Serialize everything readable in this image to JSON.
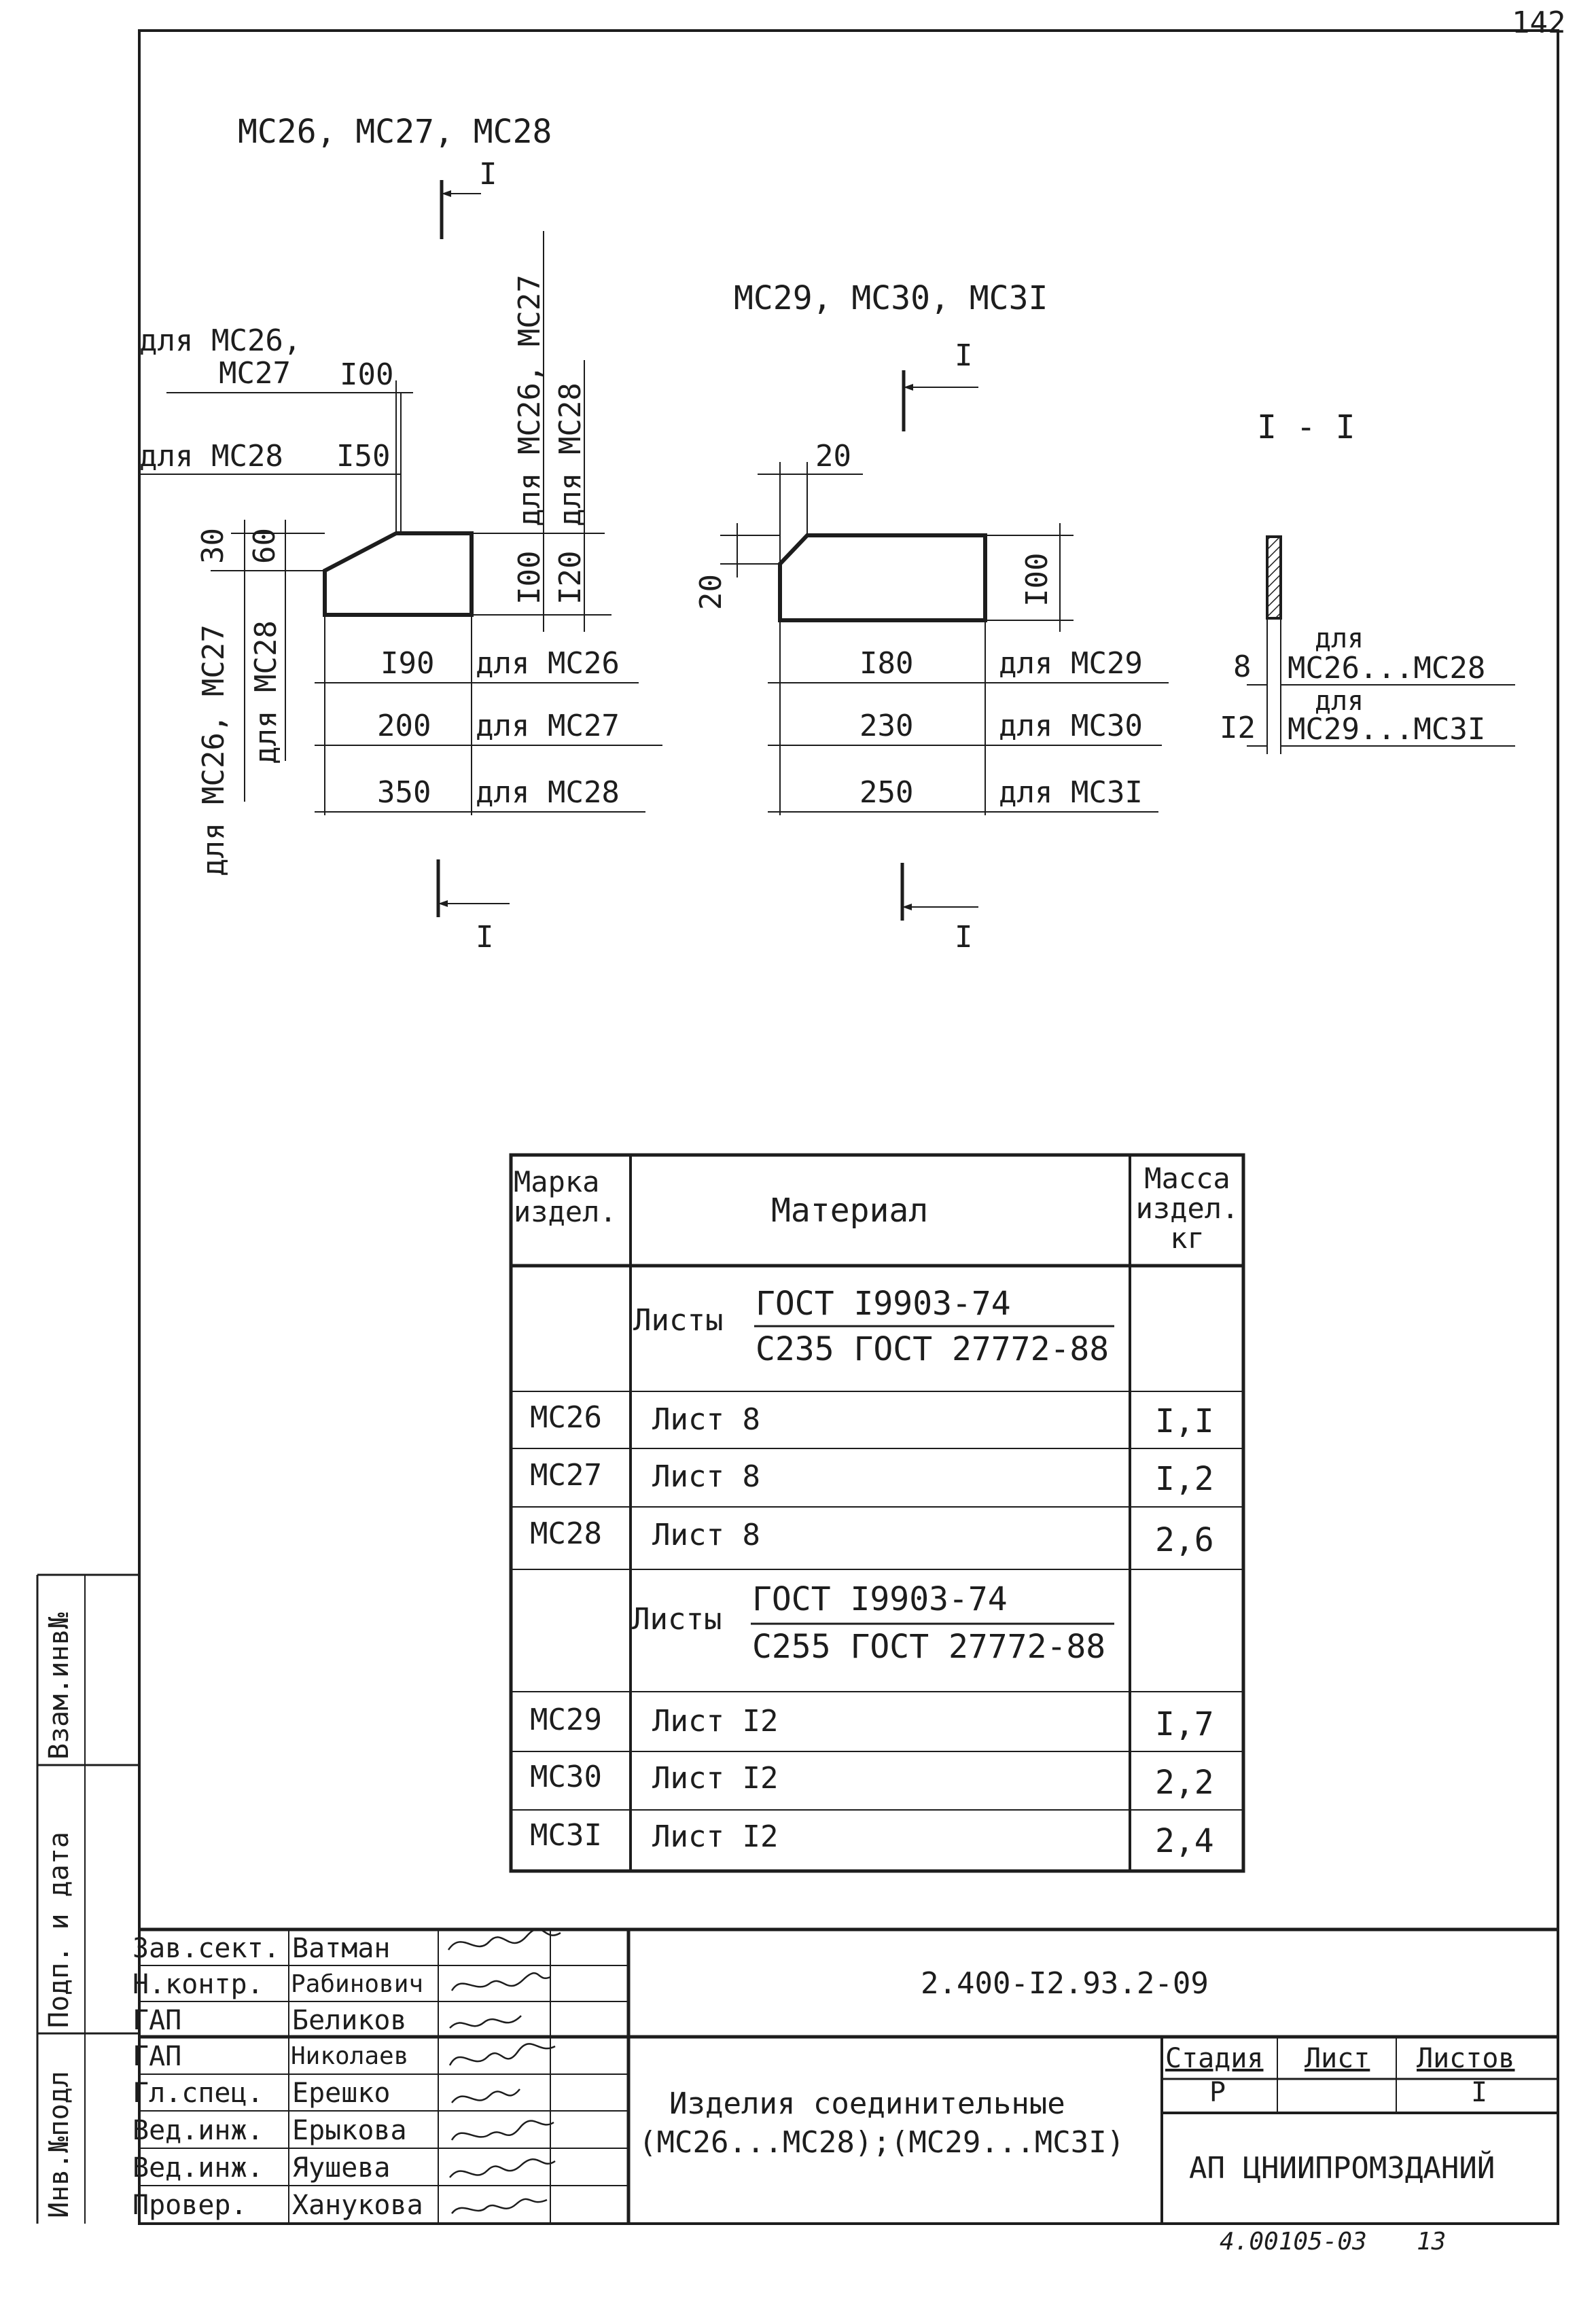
{
  "sheet_number": "142",
  "group1_title": "МС26, МС27, МС28",
  "group2_title": "МС29, МС30, МС3I",
  "section_label": "I - I",
  "section_mark": "I",
  "g1": {
    "for_mc26_mc27_line1": "для МС26,",
    "for_mc26_mc27_line2": "МС27",
    "dim_100": "I00",
    "for_mc28": "для МС28",
    "dim_150": "I50",
    "dim_30": "30",
    "dim_60": "60",
    "vert_left_1": "для МС26, МС27",
    "vert_left_2": "для МС28",
    "vert_top_1": "для МС26, МС27",
    "vert_top_2": "для МС28",
    "vert_h100": "I00",
    "vert_h120": "I20",
    "rows": [
      {
        "len": "I90",
        "label": "для МС26"
      },
      {
        "len": "200",
        "label": "для МС27"
      },
      {
        "len": "350",
        "label": "для МС28"
      }
    ]
  },
  "g2": {
    "dim_20_top": "20",
    "dim_20_left": "20",
    "vert_h100": "I00",
    "rows": [
      {
        "len": "I80",
        "label": "для МС29"
      },
      {
        "len": "230",
        "label": "для МС30"
      },
      {
        "len": "250",
        "label": "для МС3I"
      }
    ]
  },
  "sec": {
    "t8": "8",
    "t12": "I2",
    "for1a": "для",
    "for1b": "МС26...МС28",
    "for2a": "для",
    "for2b": "МС29...МС3I"
  },
  "table": {
    "h_mark": "Марка издел.",
    "h_material": "Материал",
    "h_mass": "Масса издел. кг",
    "group1": {
      "word": "Листы",
      "num": "ГОСТ I9903-74",
      "den": "С235 ГОСТ 27772-88"
    },
    "group2": {
      "word": "Листы",
      "num": "ГОСТ I9903-74",
      "den": "С255 ГОСТ 27772-88"
    },
    "rows1": [
      {
        "mark": "МС26",
        "material": "Лист 8",
        "mass": "I,I"
      },
      {
        "mark": "МС27",
        "material": "Лист 8",
        "mass": "I,2"
      },
      {
        "mark": "МС28",
        "material": "Лист 8",
        "mass": "2,6"
      }
    ],
    "rows2": [
      {
        "mark": "МС29",
        "material": "Лист I2",
        "mass": "I,7"
      },
      {
        "mark": "МС30",
        "material": "Лист I2",
        "mass": "2,2"
      },
      {
        "mark": "МС3I",
        "material": "Лист I2",
        "mass": "2,4"
      }
    ]
  },
  "side": {
    "c1": "Взам.инв№",
    "c2": "Подп. и дата",
    "c3": "Инв.№подл"
  },
  "stamp": {
    "people": [
      {
        "role": "Зав.сект.",
        "name": "Ватман"
      },
      {
        "role": "Н.контр.",
        "name": "Рабинович"
      },
      {
        "role": "ГАП",
        "name": "Беликов"
      },
      {
        "role": "ГАП",
        "name": "Николаев"
      },
      {
        "role": "Гл.спец.",
        "name": "Ерешко"
      },
      {
        "role": "Вед.инж.",
        "name": "Ерыкова"
      },
      {
        "role": "Вед.инж.",
        "name": "Яушева"
      },
      {
        "role": "Провер.",
        "name": "Ханукова"
      }
    ],
    "code": "2.400-I2.93.2-09",
    "title1": "Изделия соединительные",
    "title2": "(МС26...МС28);(МС29...МС3I)",
    "stage_h": "Стадия",
    "sheet_h": "Лист",
    "sheets_h": "Листов",
    "stage": "Р",
    "sheets": "I",
    "org": "АП ЦНИИПРОМЗДАНИЙ",
    "footer": "4.00105-03",
    "footer2": "13"
  }
}
